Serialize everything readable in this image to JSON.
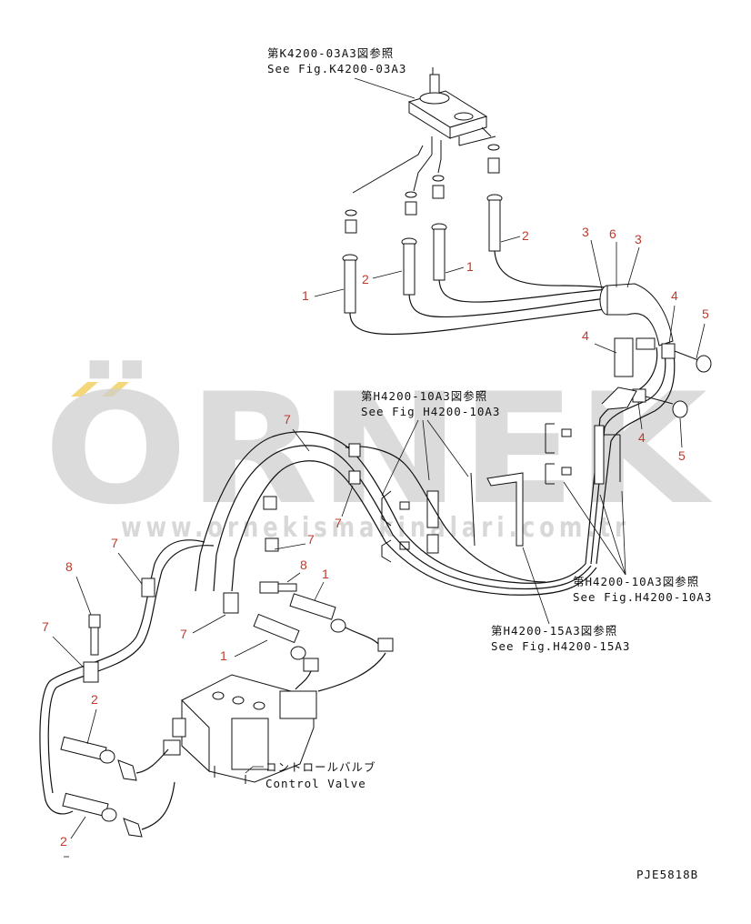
{
  "watermark": {
    "brand": "ÖRNEK",
    "url": "www.ornekismakinalari.com.tr",
    "dots_color": "#f3d77a",
    "color": "#cfcfcf"
  },
  "references": {
    "top_jp": "第K4200-03A3図参照",
    "top_en": "See Fig.K4200-03A3",
    "mid_jp": "第H4200-10A3図参照",
    "mid_en": "See Fig H4200-10A3",
    "right_jp": "第H4200-10A3図参照",
    "right_en": "See Fig.H4200-10A3",
    "bottom_jp": "第H4200-15A3図参照",
    "bottom_en": "See Fig.H4200-15A3",
    "valve_jp": "コントロールバルブ",
    "valve_en": "Control Valve"
  },
  "callouts": {
    "c1": "1",
    "c2": "2",
    "c3": "3",
    "c4": "4",
    "c5": "5",
    "c6": "6",
    "c7": "7",
    "c8": "8"
  },
  "drawing_code": "PJE5818B",
  "colors": {
    "callout": "#c0392b",
    "ink": "#111111"
  }
}
